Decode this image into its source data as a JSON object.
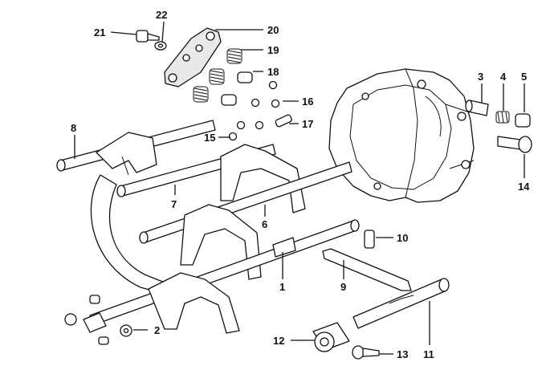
{
  "callouts": [
    {
      "id": "c1",
      "label": "1"
    },
    {
      "id": "c2",
      "label": "2"
    },
    {
      "id": "c3",
      "label": "3"
    },
    {
      "id": "c4",
      "label": "4"
    },
    {
      "id": "c5",
      "label": "5"
    },
    {
      "id": "c6",
      "label": "6"
    },
    {
      "id": "c7",
      "label": "7"
    },
    {
      "id": "c8",
      "label": "8"
    },
    {
      "id": "c9",
      "label": "9"
    },
    {
      "id": "c10",
      "label": "10"
    },
    {
      "id": "c11",
      "label": "11"
    },
    {
      "id": "c12",
      "label": "12"
    },
    {
      "id": "c13",
      "label": "13"
    },
    {
      "id": "c14",
      "label": "14"
    },
    {
      "id": "c15",
      "label": "15"
    },
    {
      "id": "c16",
      "label": "16"
    },
    {
      "id": "c17",
      "label": "17"
    },
    {
      "id": "c18",
      "label": "18"
    },
    {
      "id": "c19",
      "label": "19"
    },
    {
      "id": "c20",
      "label": "20"
    },
    {
      "id": "c21",
      "label": "21"
    },
    {
      "id": "c22",
      "label": "22"
    }
  ]
}
